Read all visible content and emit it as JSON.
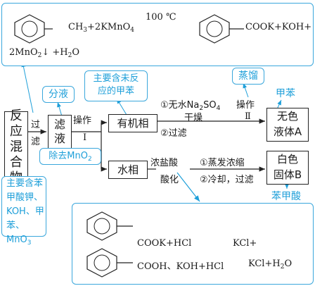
{
  "reaction_top": {
    "reactant_tail": "CH",
    "reactant_sub1": "3",
    "reactant_plus": "+2KMnO",
    "reactant_sub2": "4",
    "condition": "100 ℃",
    "product_tail": "COOK+KOH+",
    "line2_a": "2MnO",
    "line2_sub": "2",
    "line2_b": "↓ +H",
    "line2_sub2": "2",
    "line2_c": "O"
  },
  "mixture": {
    "chars": [
      "反",
      "应",
      "混",
      "合",
      "物"
    ]
  },
  "filter_step": {
    "line1": "过",
    "line2": "滤"
  },
  "filtrate": {
    "line1": "滤",
    "line2": "液"
  },
  "operation_1": {
    "label": "操作",
    "numeral": "I"
  },
  "organic_phase": "有机相",
  "aqueous_phase": "水相",
  "fenye_note": "分液",
  "unreacted_note": {
    "line1": "主要含未反",
    "line2": "应的甲苯"
  },
  "remove_note": {
    "a": "除去MnO",
    "sub": "2"
  },
  "mixture_note": {
    "line1": "主要含苯",
    "line2": "甲酸钾、",
    "line3": "KOH、甲",
    "line4a": "苯、MnO",
    "line4sub": "3"
  },
  "dry_step": {
    "reagent_a": "①无水Na",
    "reagent_sub1": "2",
    "reagent_b": "SO",
    "reagent_sub2": "4",
    "action": "干燥",
    "filter": "②过滤"
  },
  "operation_2": {
    "label": "操作",
    "numeral": "Ⅱ"
  },
  "distill_note": "蒸馏",
  "toluene_note": "甲苯",
  "product_a": {
    "line1": "无色",
    "line2": "液体A"
  },
  "product_b": {
    "line1": "白色",
    "line2": "固体B"
  },
  "benzoic_note": "苯甲酸",
  "acid_step": {
    "reagent1": "浓盐酸",
    "reagent2": "酸化",
    "step1": "①蒸发浓缩",
    "step2": "②冷却，过滤"
  },
  "reaction_bottom": {
    "r1_left": "COOK+HCl",
    "r1_right": "KCl+",
    "r2_left": "COOH、KOH+HCl",
    "r2_right": "KCl+H",
    "r2_sub": "2",
    "r2_end": "O"
  },
  "colors": {
    "annotation": "#1e9fd9",
    "line": "#222222"
  }
}
